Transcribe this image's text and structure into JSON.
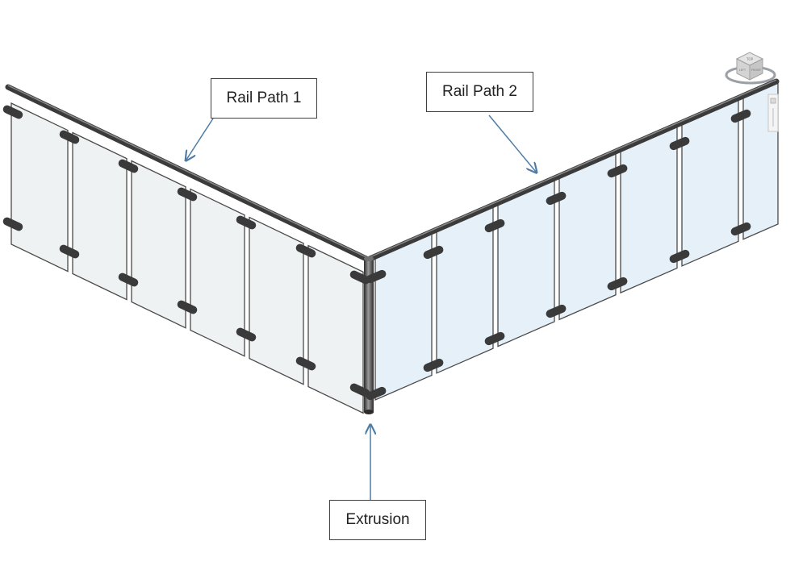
{
  "callouts": {
    "rail_path_1": "Rail Path 1",
    "rail_path_2": "Rail Path 2",
    "extrusion": "Extrusion"
  },
  "viewcube": {
    "top_face": "TOP",
    "left_face": "LEFT",
    "front_face": "FRONT"
  },
  "colors": {
    "glass_left": "#eef2f3",
    "glass_right": "#e5f0f8",
    "panel_edge": "#4a4a4a",
    "handrail": "#3b3b3b",
    "clamp": "#3a3a3a",
    "arrow": "#4f7ca6"
  }
}
